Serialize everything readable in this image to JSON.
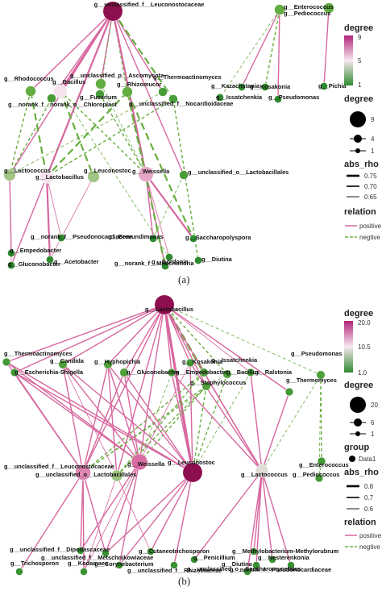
{
  "colors": {
    "positive": "#d7679f",
    "negative": "#67ad3e",
    "deg_high": "#8e0f4f",
    "deg_mid": "#f6e7ef",
    "deg_low": "#2b7a2e"
  },
  "panel_a": {
    "caption": "(a)",
    "legend": {
      "degree_title": "degree",
      "degree_ticks": [
        "9",
        "5",
        "1"
      ],
      "degree_size_title": "degree",
      "degree_size_items": [
        "9",
        "4",
        "1"
      ],
      "abs_rho_title": "abs_rho",
      "abs_rho_items": [
        "0.75",
        "0.70",
        "0.65"
      ],
      "relation_title": "relation",
      "relation_items": [
        "positive",
        "negtive"
      ]
    },
    "nodes": [
      {
        "id": "leu",
        "label": "g__unclassified_f__Leuconostocaceae",
        "degree": 9
      },
      {
        "id": "ent",
        "label": "g__Enterococcus",
        "degree": 3
      },
      {
        "id": "ped",
        "label": "g__Pediococcus",
        "degree": 3
      },
      {
        "id": "rho",
        "label": "g__Rhodococcus",
        "degree": 3
      },
      {
        "id": "bac",
        "label": "g__Bacillus",
        "degree": 5
      },
      {
        "id": "asc",
        "label": "g__unclassified_p__Ascomycota",
        "degree": 3
      },
      {
        "id": "thermo",
        "label": "g__Thermoactinomyces",
        "degree": 2
      },
      {
        "id": "fus",
        "label": "g__Fusarium",
        "degree": 2
      },
      {
        "id": "rhm",
        "label": "g__Rhizomucor",
        "degree": 3
      },
      {
        "id": "kaz",
        "label": "g__Kazachstania",
        "degree": 1
      },
      {
        "id": "kos",
        "label": "g__Kosakonia",
        "degree": 1
      },
      {
        "id": "pic",
        "label": "g__Pichia",
        "degree": 1
      },
      {
        "id": "iss",
        "label": "g__Issatchenkia",
        "degree": 1
      },
      {
        "id": "pse",
        "label": "g__Pseudomonas",
        "degree": 1
      },
      {
        "id": "nchl",
        "label": "g__norank_f__norank_o__Chloroplast",
        "degree": 2
      },
      {
        "id": "noc",
        "label": "g__unclassified_f__Nocardioidaceae",
        "degree": 2
      },
      {
        "id": "lac",
        "label": "g__Lactococcus",
        "degree": 4
      },
      {
        "id": "lacb",
        "label": "g__Lactobacillus",
        "degree": 5
      },
      {
        "id": "leuc",
        "label": "g__Leuconostoc",
        "degree": 4
      },
      {
        "id": "wei",
        "label": "g__Weissella",
        "degree": 6
      },
      {
        "id": "uncl",
        "label": "g__unclassified_o__Lactobacillales",
        "degree": 2
      },
      {
        "id": "emp",
        "label": "g__Empedobacter",
        "degree": 1
      },
      {
        "id": "npse",
        "label": "g__norank_f__Pseudonocardiaceae",
        "degree": 1
      },
      {
        "id": "bre",
        "label": "g__Brevundimonas",
        "degree": 1
      },
      {
        "id": "sac",
        "label": "g__Saccharopolyspora",
        "degree": 1
      },
      {
        "id": "glu",
        "label": "g__Gluconobacter",
        "degree": 1
      },
      {
        "id": "ace",
        "label": "g__Acetobacter",
        "degree": 1
      },
      {
        "id": "nmit",
        "label": "g__norank_f__Mitochondria",
        "degree": 1
      },
      {
        "id": "gor",
        "label": "g__Gordonia",
        "degree": 1
      },
      {
        "id": "diu",
        "label": "g__Diutina",
        "degree": 1
      }
    ],
    "edges": [
      [
        "leu",
        "rho",
        "p",
        0.7
      ],
      [
        "leu",
        "bac",
        "p",
        0.75
      ],
      [
        "leu",
        "asc",
        "p",
        0.7
      ],
      [
        "leu",
        "thermo",
        "p",
        0.7
      ],
      [
        "leu",
        "rhm",
        "n",
        0.7
      ],
      [
        "leu",
        "fus",
        "n",
        0.65
      ],
      [
        "leu",
        "nchl",
        "p",
        0.7
      ],
      [
        "leu",
        "wei",
        "p",
        0.75
      ],
      [
        "leu",
        "lac",
        "p",
        0.7
      ],
      [
        "leu",
        "lacb",
        "p",
        0.75
      ],
      [
        "leu",
        "noc",
        "n",
        0.75
      ],
      [
        "leu",
        "uncl",
        "p",
        0.7
      ],
      [
        "ped",
        "kaz",
        "p",
        0.7
      ],
      [
        "ped",
        "kos",
        "n",
        0.7
      ],
      [
        "ped",
        "iss",
        "n",
        0.65
      ],
      [
        "ped",
        "pse",
        "p",
        0.7
      ],
      [
        "ent",
        "pic",
        "p",
        0.7
      ],
      [
        "rho",
        "lac",
        "n",
        0.7
      ],
      [
        "rho",
        "lacb",
        "n",
        0.75
      ],
      [
        "bac",
        "leuc",
        "n",
        0.75
      ],
      [
        "bac",
        "wei",
        "n",
        0.7
      ],
      [
        "asc",
        "wei",
        "n",
        0.65
      ],
      [
        "rhm",
        "lacb",
        "n",
        0.75
      ],
      [
        "rhm",
        "wei",
        "n",
        0.7
      ],
      [
        "fus",
        "wei",
        "n",
        0.7
      ],
      [
        "nchl",
        "lac",
        "n",
        0.7
      ],
      [
        "noc",
        "lacb",
        "n",
        0.7
      ],
      [
        "thermo",
        "lac",
        "n",
        0.65
      ],
      [
        "lac",
        "emp",
        "p",
        0.7
      ],
      [
        "lac",
        "glu",
        "p",
        0.65
      ],
      [
        "lacb",
        "glu",
        "p",
        0.7
      ],
      [
        "lacb",
        "ace",
        "p",
        0.75
      ],
      [
        "lacb",
        "npse",
        "p",
        0.65
      ],
      [
        "leuc",
        "ace",
        "p",
        0.65
      ],
      [
        "wei",
        "bre",
        "p",
        0.7
      ],
      [
        "wei",
        "sac",
        "p",
        0.75
      ],
      [
        "wei",
        "gor",
        "p",
        0.7
      ],
      [
        "wei",
        "nmit",
        "p",
        0.65
      ],
      [
        "rhm",
        "sac",
        "n",
        0.75
      ],
      [
        "rhm",
        "gor",
        "n",
        0.75
      ],
      [
        "noc",
        "diu",
        "n",
        0.7
      ],
      [
        "bac",
        "nmit",
        "n",
        0.65
      ],
      [
        "uncl",
        "bre",
        "n",
        0.65
      ]
    ]
  },
  "panel_b": {
    "caption": "(b)",
    "legend": {
      "degree_title": "degree",
      "degree_ticks": [
        "20.0",
        "10.5",
        "1.0"
      ],
      "degree_size_title": "degree",
      "degree_size_items": [
        "20",
        "6",
        "1"
      ],
      "group_title": "group",
      "group_items": [
        "Data1"
      ],
      "abs_rho_title": "abs_rho",
      "abs_rho_items": [
        "0.8",
        "0.7",
        "0.6"
      ],
      "relation_title": "relation",
      "relation_items": [
        "positive",
        "negtive"
      ]
    },
    "nodes": [
      {
        "id": "lacb",
        "label": "g__Lactobacillus",
        "degree": 20
      },
      {
        "id": "thermo",
        "label": "g__Thermoactinomyces",
        "degree": 3
      },
      {
        "id": "esch",
        "label": "g__Escherichia-Shigella",
        "degree": 3
      },
      {
        "id": "cand",
        "label": "g__Candida",
        "degree": 4
      },
      {
        "id": "hyp",
        "label": "g__Hyphopichia",
        "degree": 4
      },
      {
        "id": "gluc",
        "label": "g__Gluconobacter",
        "degree": 4
      },
      {
        "id": "kos",
        "label": "g__Kosakonia",
        "degree": 3
      },
      {
        "id": "iss",
        "label": "g__Issatchenkia",
        "degree": 4
      },
      {
        "id": "emp",
        "label": "g__Empedobacter",
        "degree": 3
      },
      {
        "id": "bac",
        "label": "g__Bacillus",
        "degree": 4
      },
      {
        "id": "ral",
        "label": "g__Ralstonia",
        "degree": 3
      },
      {
        "id": "pse",
        "label": "g__Pseudomonas",
        "degree": 4
      },
      {
        "id": "sta",
        "label": "g__Staphylococcus",
        "degree": 4
      },
      {
        "id": "thmy",
        "label": "g__Thermomyces",
        "degree": 3
      },
      {
        "id": "leuc",
        "label": "g__unclassified_f__Leuconostocaceae",
        "degree": 14
      },
      {
        "id": "wei",
        "label": "g__Weissella",
        "degree": 15
      },
      {
        "id": "leu",
        "label": "g__Leuconostoc",
        "degree": 20
      },
      {
        "id": "uncl",
        "label": "g__unclassified_o__Lactobacillales",
        "degree": 8
      },
      {
        "id": "lac",
        "label": "g__Lactococcus",
        "degree": 10
      },
      {
        "id": "ent",
        "label": "g__Enterococcus",
        "degree": 3
      },
      {
        "id": "ped",
        "label": "g__Pediococcus",
        "degree": 3
      },
      {
        "id": "dip",
        "label": "g__unclassified_f__Dipodascaceae",
        "degree": 2
      },
      {
        "id": "cut",
        "label": "g__Cutaneotrichosporon",
        "degree": 2
      },
      {
        "id": "methb",
        "label": "g__Methylobacterium-Methylorubrum",
        "degree": 2
      },
      {
        "id": "metsch",
        "label": "g__unclassified_f__Metschnikowiaceae",
        "degree": 2
      },
      {
        "id": "pen",
        "label": "g__Penicillium",
        "degree": 2
      },
      {
        "id": "nes",
        "label": "g__Nesterenkonia",
        "degree": 2
      },
      {
        "id": "tri",
        "label": "g__Trichosporon",
        "degree": 2
      },
      {
        "id": "kod",
        "label": "g__Kodamaea",
        "degree": 2
      },
      {
        "id": "cor",
        "label": "g__Corynebacterium",
        "degree": 2
      },
      {
        "id": "rhiz",
        "label": "g__unclassified_f__Rhizobiaceae",
        "degree": 2
      },
      {
        "id": "diu",
        "label": "g__Diutina",
        "degree": 2
      },
      {
        "id": "sacc",
        "label": "g__unclassified_o__Saccharomycetales",
        "degree": 2
      },
      {
        "id": "npse",
        "label": "g__norank_f__Pseudonocardiaceae",
        "degree": 2
      }
    ],
    "edges": [
      [
        "lacb",
        "thermo",
        "p",
        0.7
      ],
      [
        "lacb",
        "esch",
        "p",
        0.7
      ],
      [
        "lacb",
        "cand",
        "p",
        0.7
      ],
      [
        "lacb",
        "hyp",
        "p",
        0.7
      ],
      [
        "lacb",
        "gluc",
        "p",
        0.7
      ],
      [
        "lacb",
        "kos",
        "p",
        0.7
      ],
      [
        "lacb",
        "emp",
        "p",
        0.7
      ],
      [
        "lacb",
        "iss",
        "n",
        0.8
      ],
      [
        "lacb",
        "bac",
        "n",
        0.7
      ],
      [
        "lacb",
        "pse",
        "n",
        0.6
      ],
      [
        "lacb",
        "leuc",
        "p",
        0.7
      ],
      [
        "lacb",
        "wei",
        "p",
        0.7
      ],
      [
        "lacb",
        "leu",
        "p",
        0.8
      ],
      [
        "lacb",
        "uncl",
        "p",
        0.7
      ],
      [
        "lacb",
        "lac",
        "p",
        0.7
      ],
      [
        "lacb",
        "sta",
        "p",
        0.7
      ],
      [
        "lacb",
        "ral",
        "p",
        0.6
      ],
      [
        "lacb",
        "thmy",
        "p",
        0.7
      ],
      [
        "leuc",
        "thermo",
        "p",
        0.7
      ],
      [
        "leuc",
        "esch",
        "p",
        0.7
      ],
      [
        "leuc",
        "cand",
        "p",
        0.7
      ],
      [
        "leuc",
        "hyp",
        "p",
        0.7
      ],
      [
        "leuc",
        "gluc",
        "p",
        0.7
      ],
      [
        "leuc",
        "sta",
        "n",
        0.7
      ],
      [
        "leuc",
        "bac",
        "n",
        0.6
      ],
      [
        "leuc",
        "iss",
        "n",
        0.7
      ],
      [
        "wei",
        "thermo",
        "p",
        0.7
      ],
      [
        "wei",
        "esch",
        "p",
        0.7
      ],
      [
        "wei",
        "cand",
        "p",
        0.7
      ],
      [
        "wei",
        "hyp",
        "p",
        0.7
      ],
      [
        "wei",
        "gluc",
        "p",
        0.7
      ],
      [
        "wei",
        "kos",
        "p",
        0.6
      ],
      [
        "wei",
        "sta",
        "n",
        0.7
      ],
      [
        "wei",
        "emp",
        "n",
        0.6
      ],
      [
        "leu",
        "thermo",
        "p",
        0.7
      ],
      [
        "leu",
        "esch",
        "p",
        0.7
      ],
      [
        "leu",
        "cand",
        "p",
        0.7
      ],
      [
        "leu",
        "hyp",
        "p",
        0.7
      ],
      [
        "leu",
        "gluc",
        "p",
        0.7
      ],
      [
        "leu",
        "kos",
        "p",
        0.7
      ],
      [
        "leu",
        "emp",
        "p",
        0.7
      ],
      [
        "leu",
        "sta",
        "n",
        0.7
      ],
      [
        "leu",
        "ral",
        "n",
        0.6
      ],
      [
        "leu",
        "bac",
        "n",
        0.7
      ],
      [
        "uncl",
        "cand",
        "p",
        0.6
      ],
      [
        "uncl",
        "sta",
        "n",
        0.7
      ],
      [
        "uncl",
        "iss",
        "n",
        0.7
      ],
      [
        "uncl",
        "hyp",
        "p",
        0.7
      ],
      [
        "lac",
        "kos",
        "p",
        0.7
      ],
      [
        "lac",
        "emp",
        "p",
        0.7
      ],
      [
        "lac",
        "thmy",
        "p",
        0.7
      ],
      [
        "lac",
        "iss",
        "p",
        0.7
      ],
      [
        "lac",
        "ral",
        "p",
        0.7
      ],
      [
        "lac",
        "pse",
        "n",
        0.6
      ],
      [
        "pse",
        "ent",
        "n",
        0.7
      ],
      [
        "pse",
        "ped",
        "n",
        0.6
      ],
      [
        "ent",
        "ped",
        "n",
        0.6
      ],
      [
        "leuc",
        "dip",
        "p",
        0.7
      ],
      [
        "leuc",
        "tri",
        "p",
        0.7
      ],
      [
        "leuc",
        "metsch",
        "p",
        0.7
      ],
      [
        "leuc",
        "kod",
        "p",
        0.7
      ],
      [
        "wei",
        "dip",
        "p",
        0.7
      ],
      [
        "wei",
        "metsch",
        "p",
        0.7
      ],
      [
        "wei",
        "cor",
        "p",
        0.7
      ],
      [
        "wei",
        "kod",
        "p",
        0.6
      ],
      [
        "leu",
        "cut",
        "p",
        0.7
      ],
      [
        "leu",
        "rhiz",
        "p",
        0.7
      ],
      [
        "leu",
        "metsch",
        "p",
        0.7
      ],
      [
        "leu",
        "cor",
        "p",
        0.7
      ],
      [
        "uncl",
        "cut",
        "p",
        0.6
      ],
      [
        "uncl",
        "kod",
        "p",
        0.6
      ],
      [
        "lac",
        "methb",
        "p",
        0.7
      ],
      [
        "lac",
        "pen",
        "p",
        0.7
      ],
      [
        "lac",
        "nes",
        "p",
        0.7
      ],
      [
        "lac",
        "diu",
        "p",
        0.7
      ],
      [
        "lac",
        "sacc",
        "p",
        0.7
      ],
      [
        "lac",
        "npse",
        "p",
        0.7
      ]
    ]
  }
}
